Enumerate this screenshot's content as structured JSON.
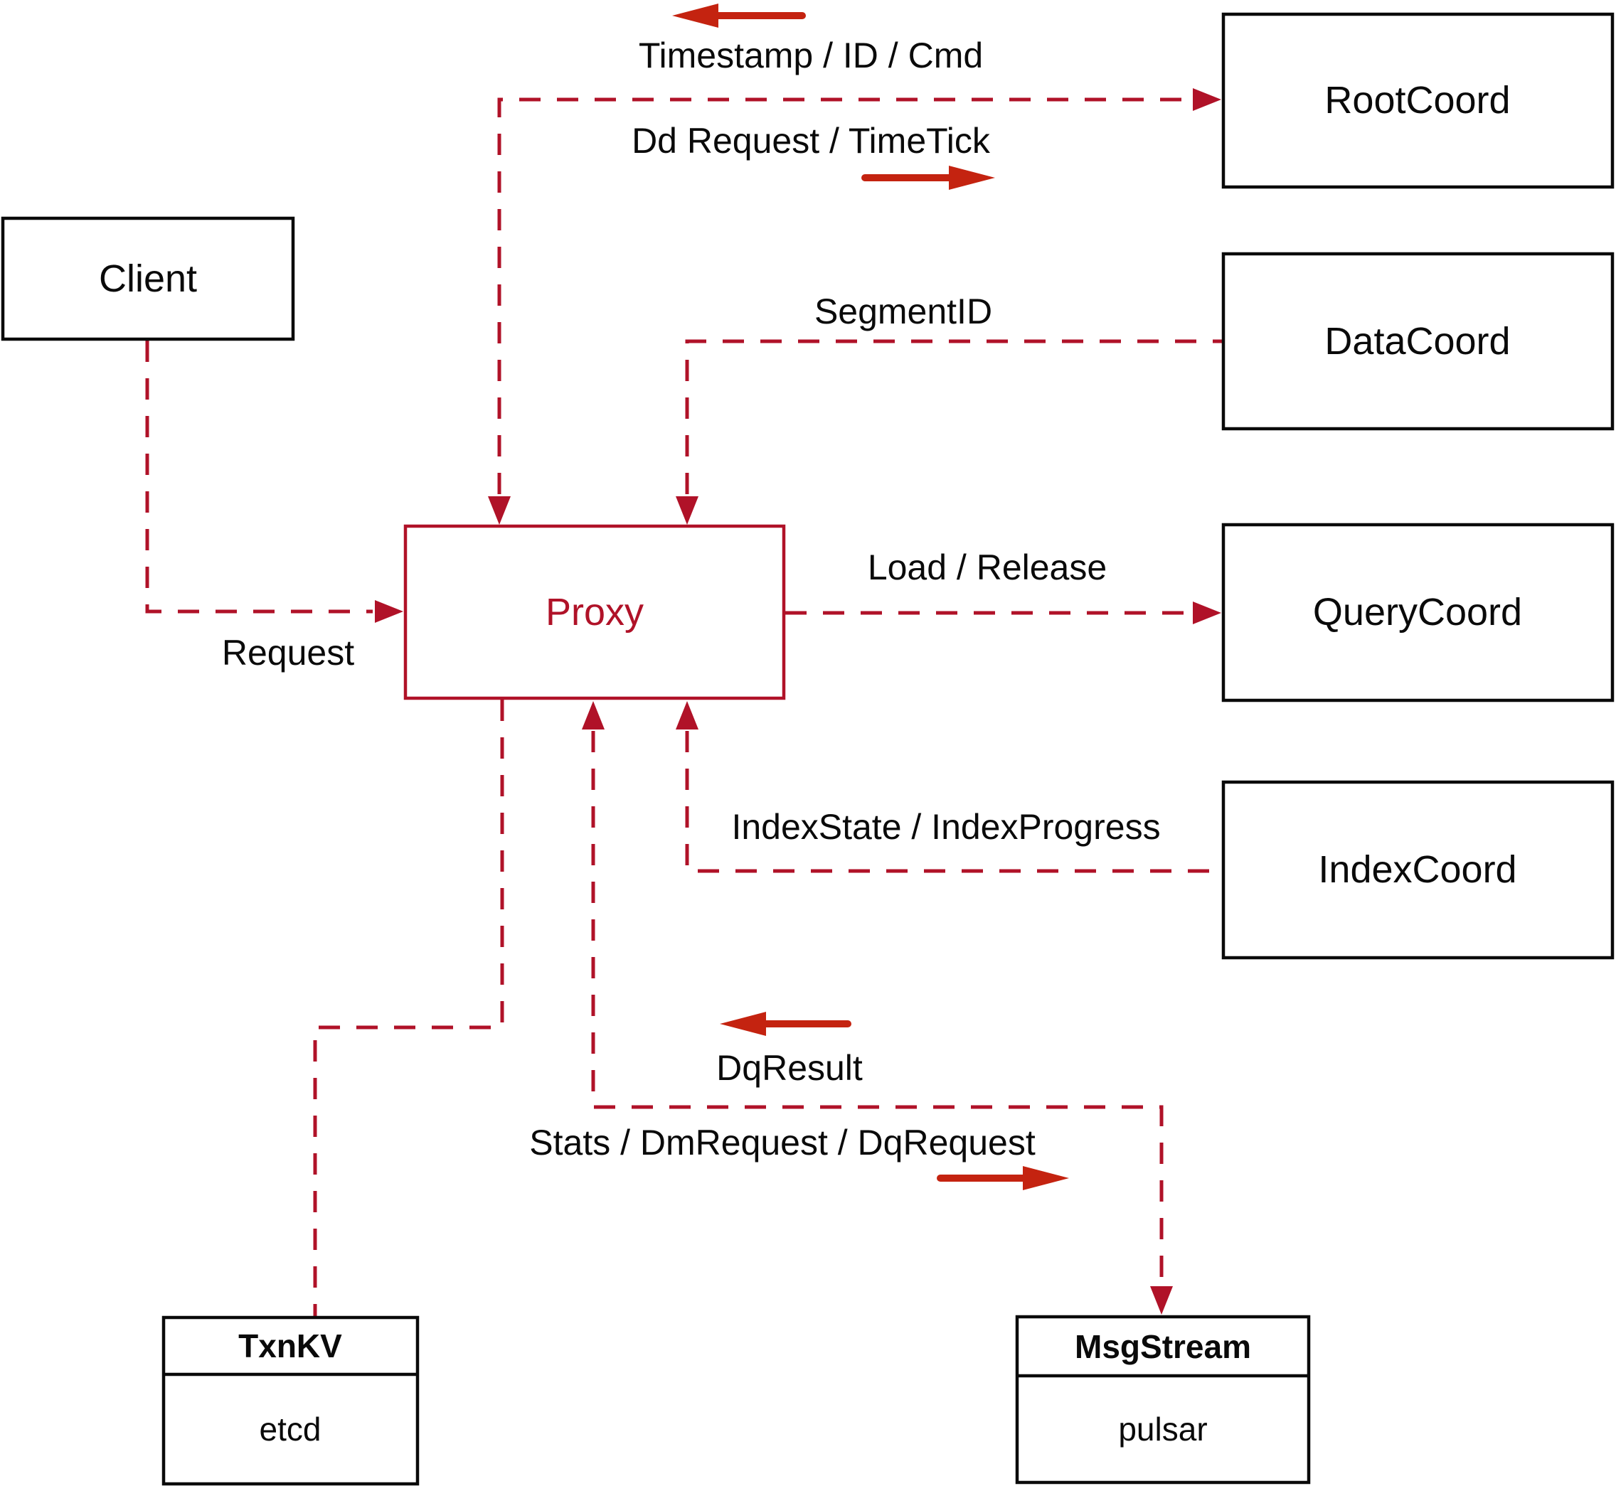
{
  "diagram": {
    "nodes": {
      "client": {
        "label": "Client"
      },
      "rootcoord": {
        "label": "RootCoord"
      },
      "datacoord": {
        "label": "DataCoord"
      },
      "querycoord": {
        "label": "QueryCoord"
      },
      "indexcoord": {
        "label": "IndexCoord"
      },
      "proxy": {
        "label": "Proxy"
      },
      "txnkv": {
        "title": "TxnKV",
        "body": "etcd"
      },
      "msgstream": {
        "title": "MsgStream",
        "body": "pulsar"
      }
    },
    "edge_labels": {
      "timestamp": "Timestamp / ID / Cmd",
      "dd_request": "Dd Request / TimeTick",
      "segment_id": "SegmentID",
      "load_release": "Load / Release",
      "index_state": "IndexState / IndexProgress",
      "request": "Request",
      "dq_result": "DqResult",
      "stats": "Stats / DmRequest / DqRequest"
    },
    "colors": {
      "dashed_line": "#b01228",
      "solid_arrow": "#c42310",
      "node_border": "#0a0a0a",
      "node_fill": "#ffffff",
      "label_text": "#0a0a0a",
      "proxy_accent": "#b01228"
    }
  }
}
